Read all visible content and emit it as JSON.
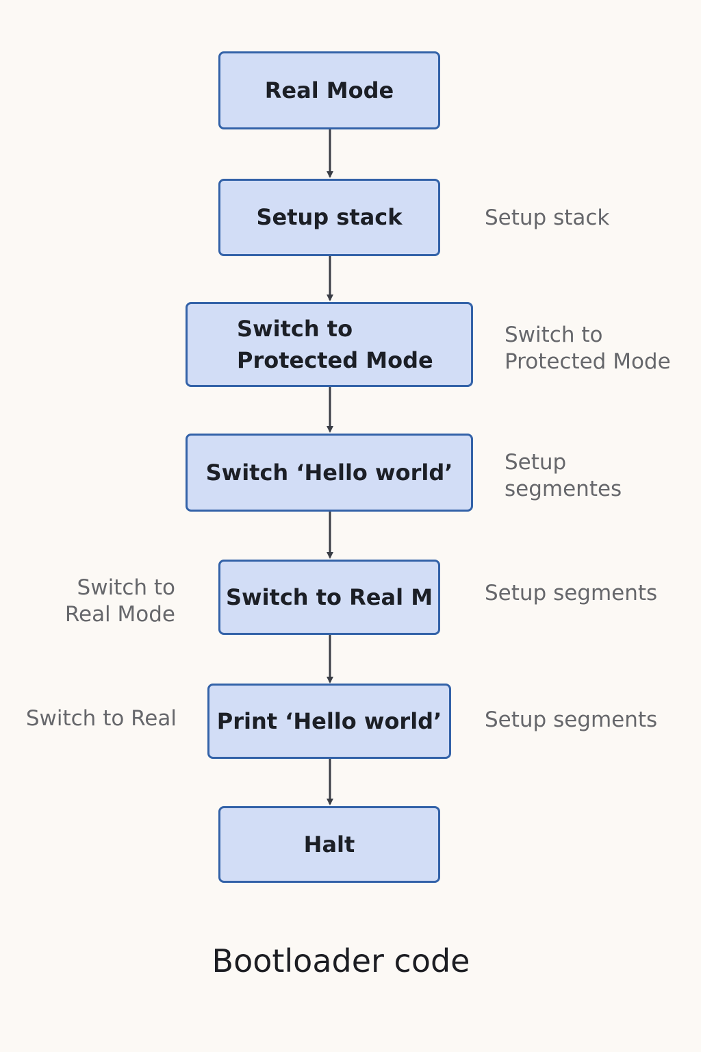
{
  "diagram": {
    "steps": [
      {
        "label": "Real Mode"
      },
      {
        "label": "Setup stack"
      },
      {
        "label": "Switch to\nProtected Mode"
      },
      {
        "label": "Switch ‘Hello world’"
      },
      {
        "label": "Switch to Real M"
      },
      {
        "label": "Print ‘Hello world’"
      },
      {
        "label": "Halt"
      }
    ],
    "right_notes": [
      "Setup stack",
      "Switch to\nProtected Mode",
      "Setup\nsegmentes",
      "Setup segments",
      "Setup segments"
    ],
    "left_notes": [
      "Switch to\nReal Mode",
      "Switch to Real"
    ],
    "caption": "Bootloader code"
  }
}
